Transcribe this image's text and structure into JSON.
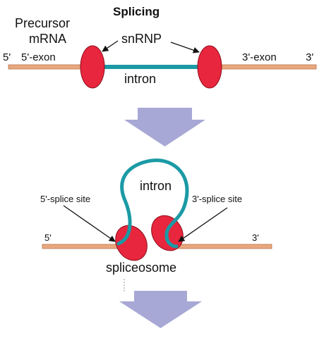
{
  "title": "Splicing",
  "labels": {
    "precursor_line1": "Precursor",
    "precursor_line2": "mRNA",
    "snrnp": "snRNP",
    "five_prime_top": "5'",
    "five_exon": "5'-exon",
    "three_exon": "3'-exon",
    "three_prime_top": "3'",
    "intron_top": "intron",
    "intron_bottom": "intron",
    "five_splice_site": "5'-splice site",
    "three_splice_site": "3'-splice site",
    "five_prime_bottom": "5'",
    "three_prime_bottom": "3'",
    "spliceosome": "spliceosome"
  },
  "colors": {
    "exon": "#E9A77E",
    "exon_edge": "#B7744E",
    "intron": "#1B9AA5",
    "snrnp": "#E8263D",
    "snrnp_edge": "#8C0F1C",
    "arrow": "#A8A8D6"
  }
}
